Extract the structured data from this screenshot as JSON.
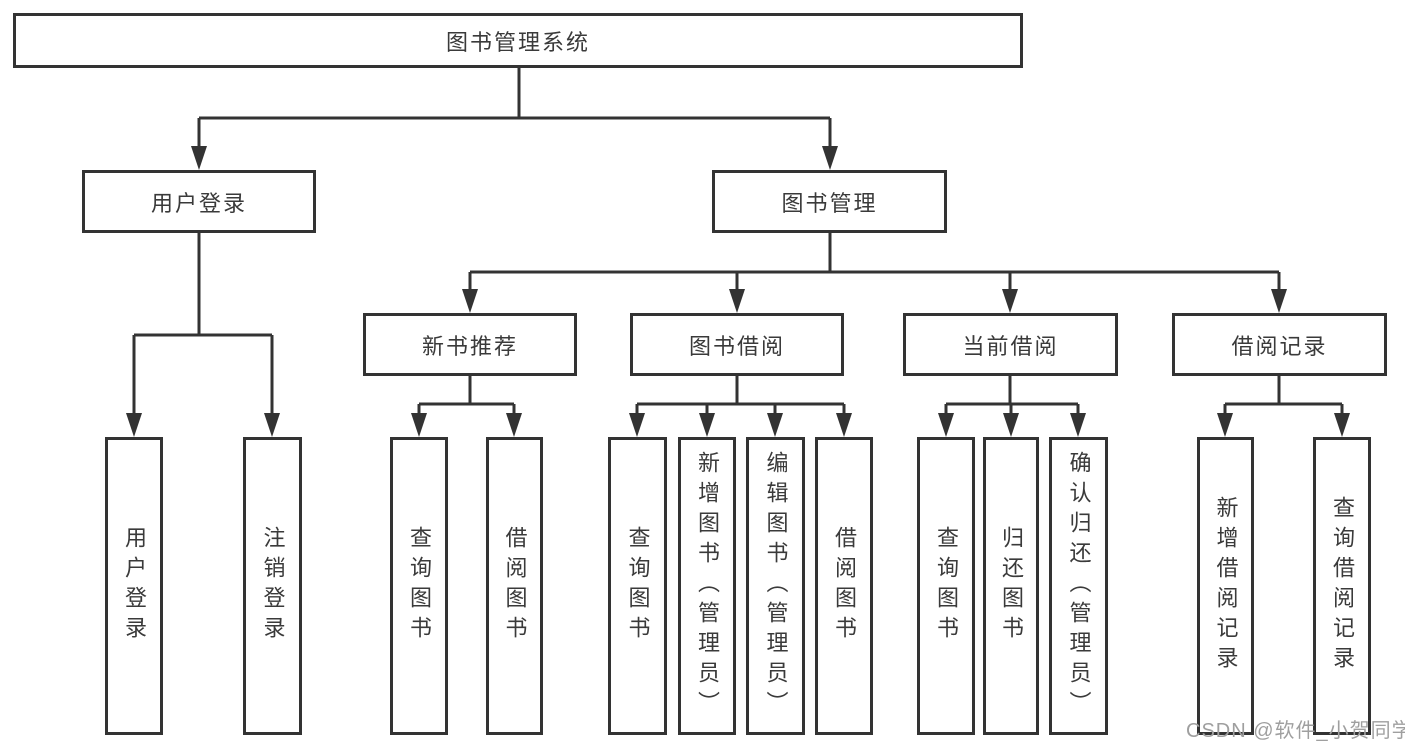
{
  "diagram": {
    "type": "hierarchy-tree",
    "colors": {
      "background": "#ffffff",
      "line": "#333333",
      "box_border": "#333333",
      "box_fill": "#ffffff",
      "text": "#3a3a3a",
      "watermark_text": "#9f9f9f"
    },
    "nodes": {
      "root": "图书管理系统",
      "user_login": "用户登录",
      "book_management": "图书管理",
      "new_book_recommend": "新书推荐",
      "book_borrow": "图书借阅",
      "current_borrow": "当前借阅",
      "borrow_record": "借阅记录",
      "leaf_user_login": "用户登录",
      "leaf_logout": "注销登录",
      "leaf_rec_query_book": "查询图书",
      "leaf_rec_borrow_book": "借阅图书",
      "leaf_bb_query_book": "查询图书",
      "leaf_bb_add_book": "新增图书（管理员）",
      "leaf_bb_edit_book": "编辑图书（管理员）",
      "leaf_bb_borrow_book": "借阅图书",
      "leaf_cb_query_book": "查询图书",
      "leaf_cb_return_book": "归还图书",
      "leaf_cb_confirm_return": "确认归还（管理员）",
      "leaf_br_add_record": "新增借阅记录",
      "leaf_br_query_record": "查询借阅记录"
    },
    "watermark": "CSDN @软件_小贺同学"
  }
}
